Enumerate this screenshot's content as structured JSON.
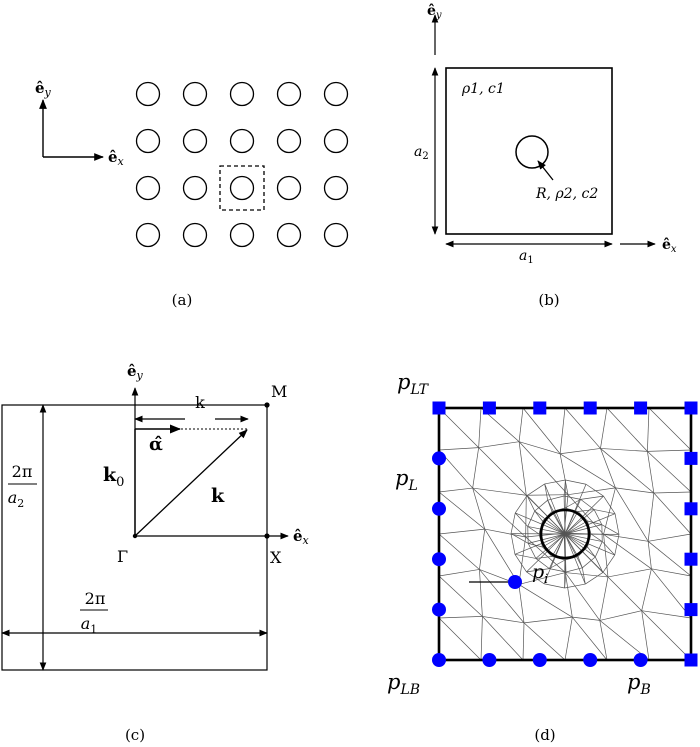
{
  "colors": {
    "stroke": "#000000",
    "node_blue": "#0000ff",
    "background": "#ffffff"
  },
  "panel_a": {
    "caption": "(a)",
    "axis_y": "ê",
    "axis_y_sub": "y",
    "axis_x": "ê",
    "axis_x_sub": "x",
    "lattice_rows": 4,
    "lattice_cols": 5
  },
  "panel_b": {
    "caption": "(b)",
    "axis_y": "ê",
    "axis_y_sub": "y",
    "axis_x": "ê",
    "axis_x_sub": "x",
    "outer_material": "ρ1, c1",
    "inclusion_material": "R, ρ2, c2",
    "height_label": "a",
    "height_sub": "2",
    "width_label": "a",
    "width_sub": "1"
  },
  "panel_c": {
    "caption": "(c)",
    "axis_y": "ê",
    "axis_y_sub": "y",
    "axis_x": "ê",
    "axis_x_sub": "x",
    "k_label": "k",
    "alpha_label": "α̂",
    "k0_label": "k",
    "k0_sub": "0",
    "kvec_label": "k",
    "point_M": "M",
    "point_Gamma": "Γ",
    "point_X": "X",
    "height_num": "2π",
    "height_den": "a",
    "height_den_sub": "2",
    "width_num": "2π",
    "width_den": "a",
    "width_den_sub": "1"
  },
  "panel_d": {
    "caption": "(d)",
    "label_LT": "p",
    "label_LT_sub": "LT",
    "label_L": "p",
    "label_L_sub": "L",
    "label_i": "p",
    "label_i_sub": "i",
    "label_LB": "p",
    "label_LB_sub": "LB",
    "label_B": "p",
    "label_B_sub": "B"
  }
}
